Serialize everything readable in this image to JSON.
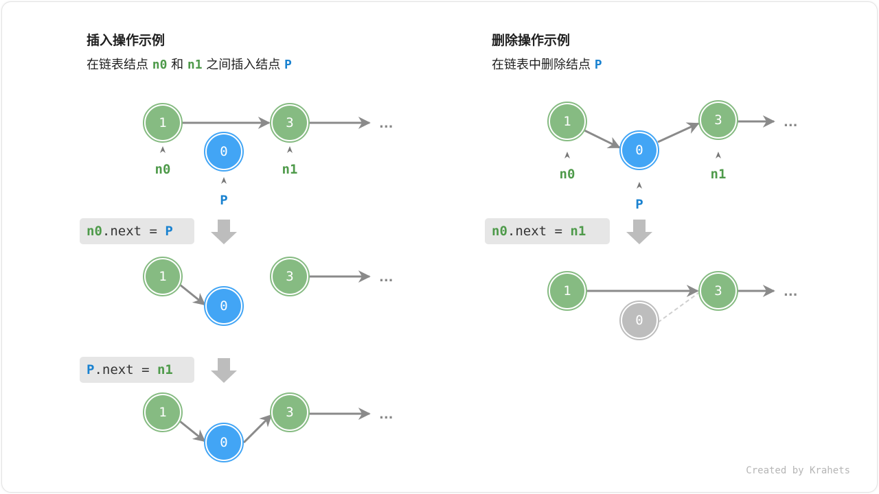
{
  "colors": {
    "green": "#86bb82",
    "blue": "#42a5f5",
    "gray": "#bdbdbd",
    "edge": "#8a8a8a",
    "label_green": "#4e9a4a",
    "label_blue": "#1a82d0"
  },
  "insert": {
    "title": "插入操作示例",
    "subtitle": {
      "prefix": "在链表结点 ",
      "n0": "n0",
      "mid1": " 和 ",
      "n1": "n1",
      "mid2": " 之间插入结点 ",
      "p": "P"
    },
    "nodes": {
      "a": "1",
      "b": "3",
      "p": "0"
    },
    "pointers": {
      "n0": "n0",
      "n1": "n1",
      "p": "P"
    },
    "ellipsis": "...",
    "step1_code": {
      "lhs": "n0",
      "mid": ".next = ",
      "rhs": "P"
    },
    "step2_code": {
      "lhs": "P",
      "mid": ".next = ",
      "rhs": "n1"
    }
  },
  "remove": {
    "title": "删除操作示例",
    "subtitle": {
      "prefix": "在链表中删除结点 ",
      "p": "P"
    },
    "nodes": {
      "a": "1",
      "b": "3",
      "p": "0"
    },
    "pointers": {
      "n0": "n0",
      "n1": "n1",
      "p": "P"
    },
    "ellipsis": "...",
    "step1_code": {
      "lhs": "n0",
      "mid": ".next = ",
      "rhs": "n1"
    }
  },
  "footer": "Created by Krahets"
}
